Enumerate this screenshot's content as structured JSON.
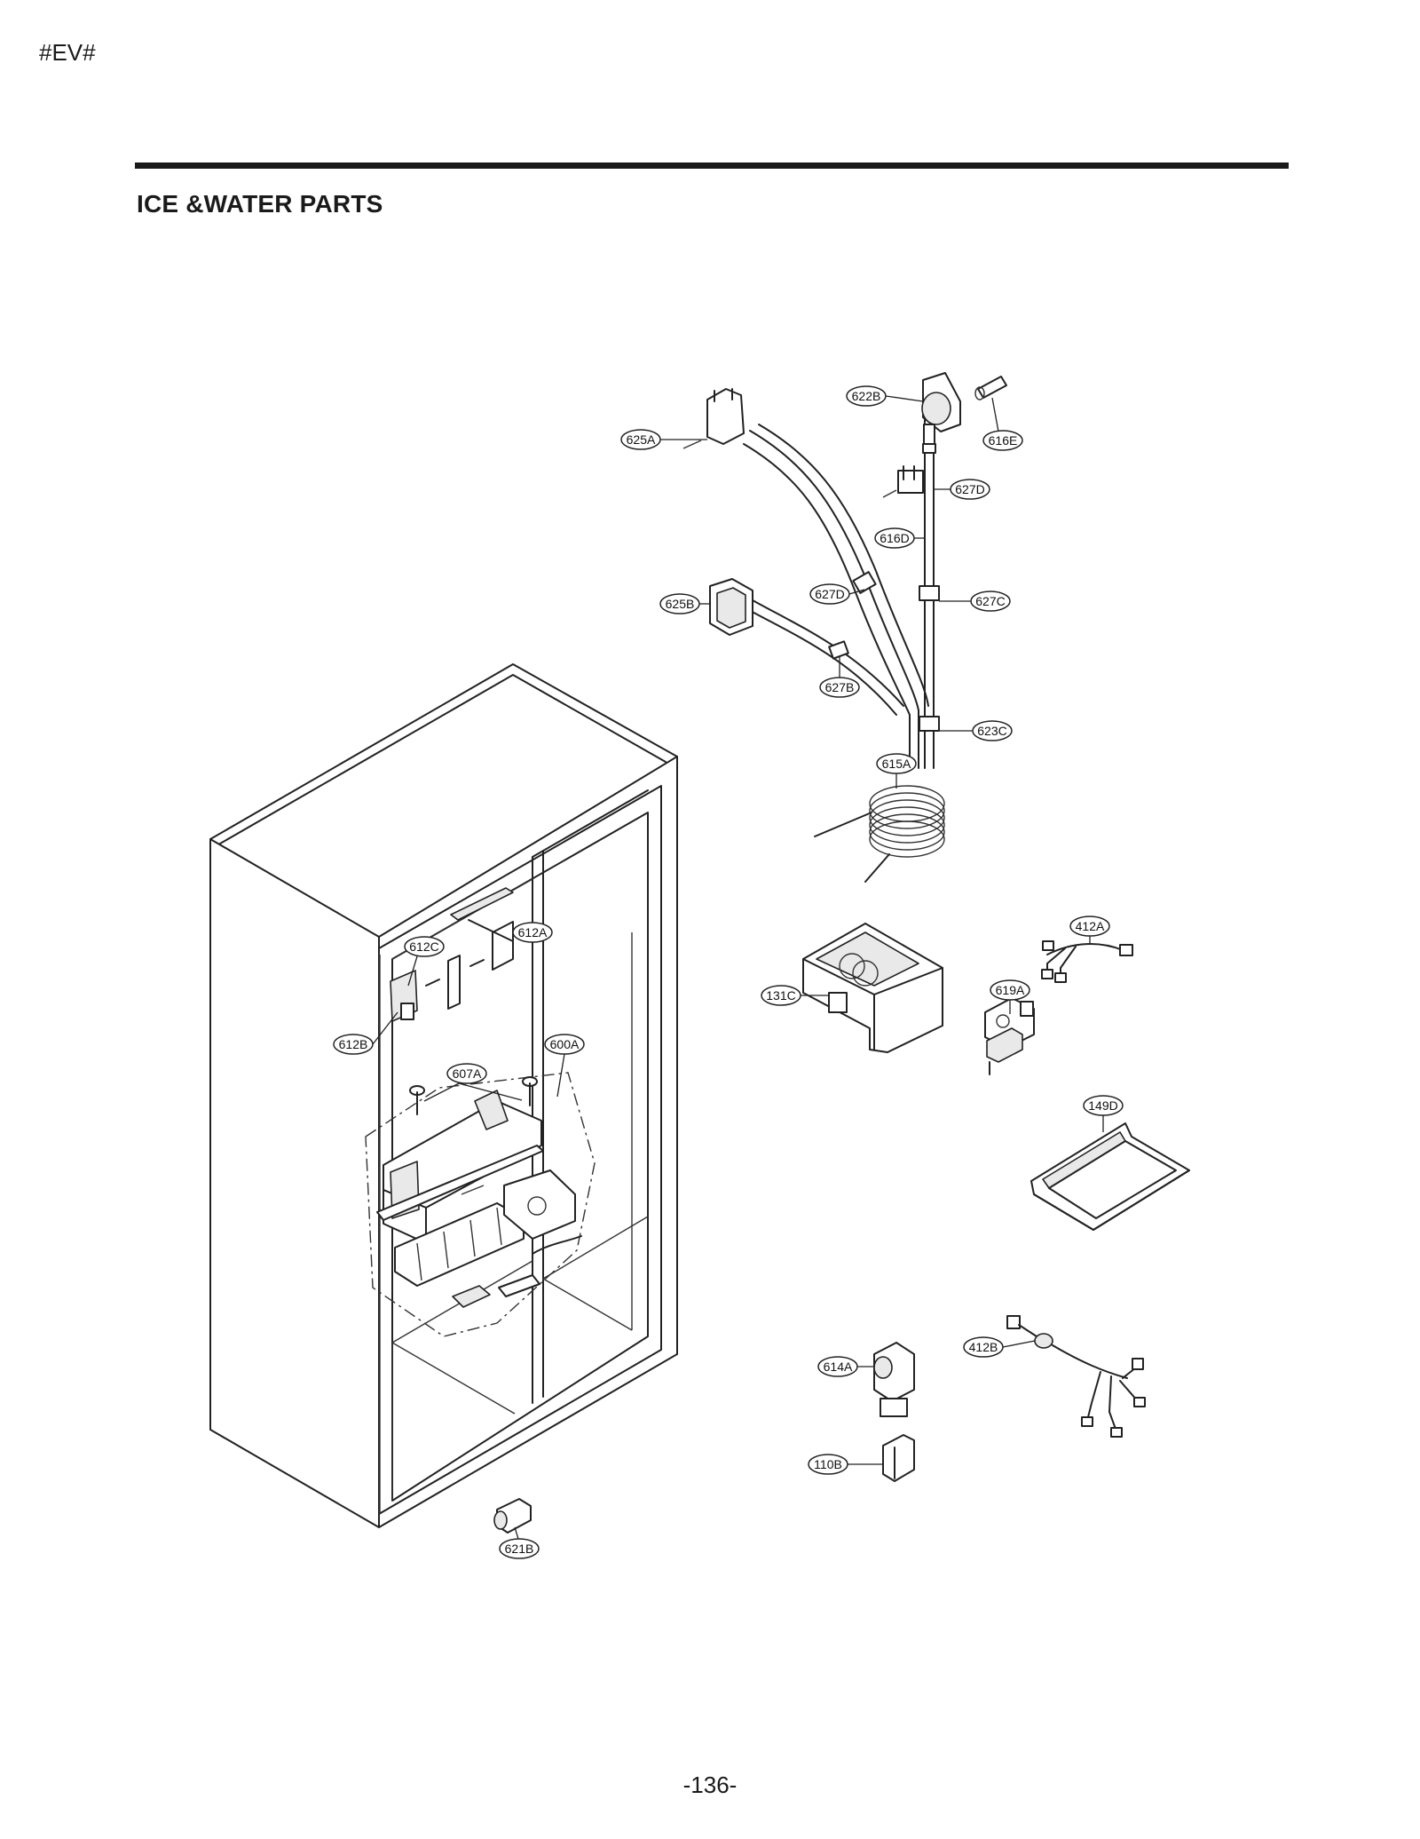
{
  "header_code": "#EV#",
  "page_title": "ICE &WATER PARTS",
  "page_number": "-136-",
  "callouts": [
    {
      "id": "625A",
      "label": "625A"
    },
    {
      "id": "622B",
      "label": "622B"
    },
    {
      "id": "616E",
      "label": "616E"
    },
    {
      "id": "627D-top",
      "label": "627D"
    },
    {
      "id": "616D",
      "label": "616D"
    },
    {
      "id": "625B",
      "label": "625B"
    },
    {
      "id": "627D-mid",
      "label": "627D"
    },
    {
      "id": "627C",
      "label": "627C"
    },
    {
      "id": "627B",
      "label": "627B"
    },
    {
      "id": "623C",
      "label": "623C"
    },
    {
      "id": "615A",
      "label": "615A"
    },
    {
      "id": "612A",
      "label": "612A"
    },
    {
      "id": "612C",
      "label": "612C"
    },
    {
      "id": "412A",
      "label": "412A"
    },
    {
      "id": "131C",
      "label": "131C"
    },
    {
      "id": "619A",
      "label": "619A"
    },
    {
      "id": "612B",
      "label": "612B"
    },
    {
      "id": "600A",
      "label": "600A"
    },
    {
      "id": "607A",
      "label": "607A"
    },
    {
      "id": "149D",
      "label": "149D"
    },
    {
      "id": "412B",
      "label": "412B"
    },
    {
      "id": "614A",
      "label": "614A"
    },
    {
      "id": "110B",
      "label": "110B"
    },
    {
      "id": "621B",
      "label": "621B"
    }
  ]
}
